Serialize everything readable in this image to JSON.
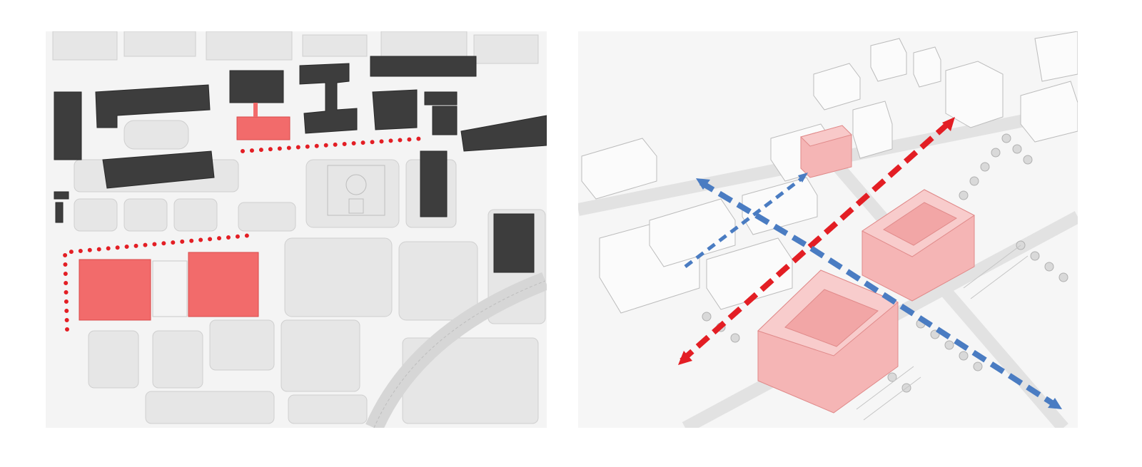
{
  "colors": {
    "background": "#ffffff",
    "ground": "#f4f4f4",
    "site_block": "#e4e4e4",
    "context_building": "#3d3d3d",
    "highlight_building": "#f26b6b",
    "highlight_building_3d": "#f5b5b5",
    "red_route": "#e31e24",
    "blue_route": "#4a7cc2",
    "ghost_building": "#fafafa",
    "outline": "#b8b8b8"
  },
  "panels": {
    "plan": {
      "kind": "site-plan",
      "highlighted_buildings": 3,
      "dark_context_buildings": 14,
      "route_style": "dotted",
      "route_color": "red"
    },
    "axonometric": {
      "kind": "axonometric-view",
      "highlighted_buildings": 3,
      "routes": [
        {
          "color": "red",
          "style": "dashed",
          "arrowheads": "both-ends"
        },
        {
          "color": "blue",
          "style": "dashed",
          "arrowheads": "both-ends"
        },
        {
          "color": "blue",
          "style": "dashed",
          "arrowheads": "one-end"
        }
      ]
    }
  }
}
